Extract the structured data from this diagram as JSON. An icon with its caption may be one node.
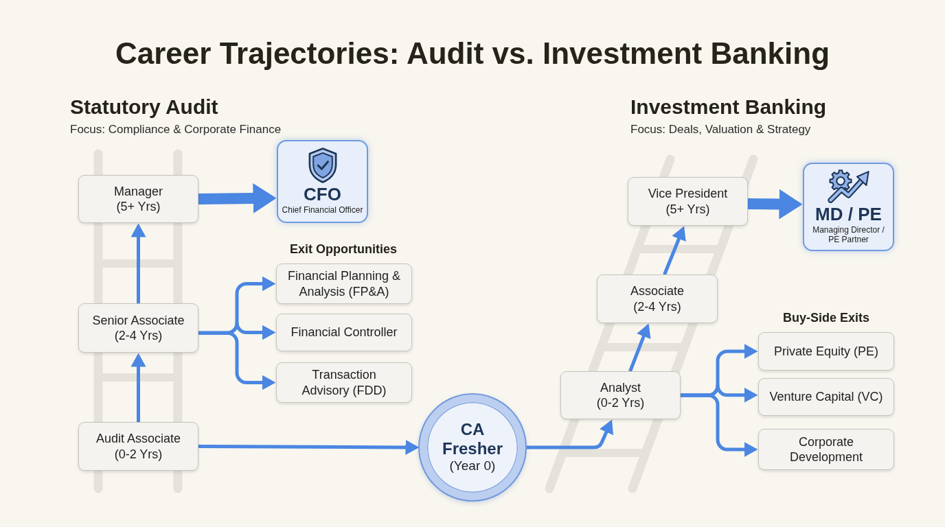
{
  "diagram": {
    "title": "Career Trajectories: Audit vs. Investment Banking",
    "nodes": [
      {
        "text": [
          "Audit Associate",
          "(0-2 Yrs)"
        ]
      },
      {
        "text": [
          "Senior Associate",
          "(2-4 Yrs)"
        ]
      },
      {
        "text": [
          "Manager",
          "(5+ Yrs)"
        ]
      },
      {
        "text": [
          "CFO",
          "Chief Financial Officer"
        ]
      },
      {
        "text": [
          "Financial Planning & Analysis (FP&A)"
        ]
      },
      {
        "text": [
          "Financial Controller"
        ]
      },
      {
        "text": [
          "Transaction Advisory (FDD)"
        ]
      },
      {
        "text": [
          "CA Fresher",
          "(Year 0)"
        ]
      },
      {
        "text": [
          "Analyst",
          "(0-2 Yrs)"
        ]
      },
      {
        "text": [
          "Associate",
          "(2-4 Yrs)"
        ]
      },
      {
        "text": [
          "Vice President",
          "(5+ Yrs)"
        ]
      },
      {
        "text": [
          "MD / PE",
          "Managing Director / PE Partner"
        ]
      },
      {
        "text": [
          "Private Equity (PE)"
        ]
      },
      {
        "text": [
          "Venture Capital (VC)"
        ]
      },
      {
        "text": [
          "Corporate Development"
        ]
      }
    ],
    "edges": [
      {
        "from": 0,
        "to": 1,
        "arrow": "to"
      },
      {
        "from": 1,
        "to": 2,
        "arrow": "to"
      },
      {
        "from": 2,
        "to": 3,
        "arrow": "to",
        "style": "thick"
      },
      {
        "from": 1,
        "to": 4,
        "arrow": "to"
      },
      {
        "from": 1,
        "to": 5,
        "arrow": "to"
      },
      {
        "from": 1,
        "to": 6,
        "arrow": "to"
      },
      {
        "from": 0,
        "to": 7,
        "arrow": "to"
      },
      {
        "from": 7,
        "to": 8,
        "arrow": "to"
      },
      {
        "from": 8,
        "to": 9,
        "arrow": "to"
      },
      {
        "from": 9,
        "to": 10,
        "arrow": "to"
      },
      {
        "from": 10,
        "to": 11,
        "arrow": "to",
        "style": "thick"
      },
      {
        "from": 8,
        "to": 12,
        "arrow": "to"
      },
      {
        "from": 8,
        "to": 13,
        "arrow": "to"
      },
      {
        "from": 8,
        "to": 14,
        "arrow": "to"
      }
    ],
    "labels": [
      "Statutory Audit",
      "Focus: Compliance & Corporate Finance",
      "Investment Banking",
      "Focus: Deals, Valuation & Strategy",
      "Exit Opportunities",
      "Buy-Side Exits"
    ]
  }
}
